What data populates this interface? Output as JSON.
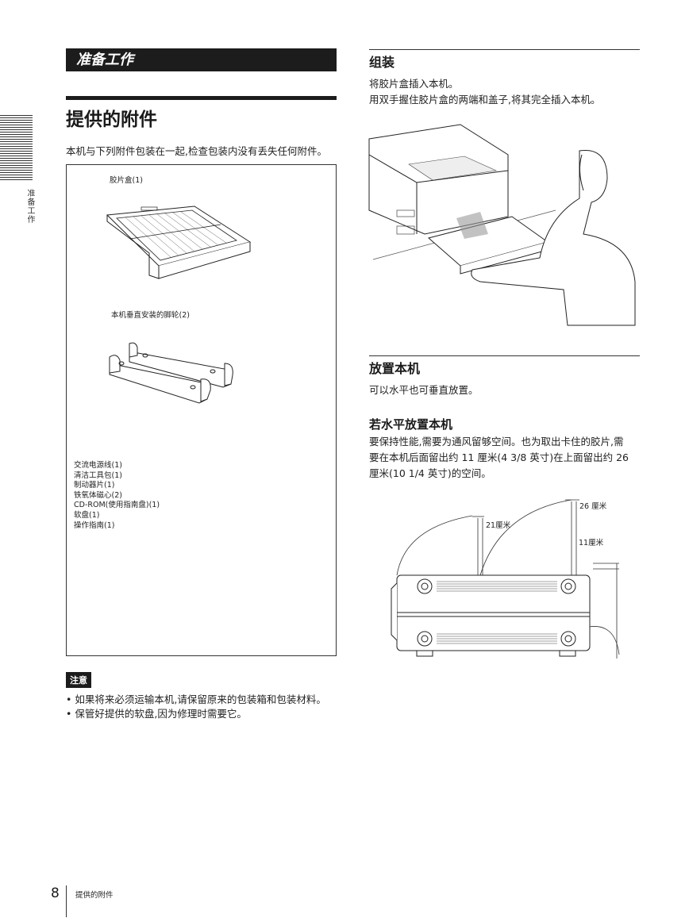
{
  "side_tab": {
    "label": "准备工作"
  },
  "section_banner": "准备工作",
  "title": "提供的附件",
  "intro": "本机与下列附件包装在一起,检查包装内没有丢失任何附件。",
  "accessories_box": {
    "film_cassette_label": "胶片盒(1)",
    "stand_feet_label": "本机垂直安装的脚轮(2)",
    "items": [
      "交流电源线(1)",
      "清洁工具包(1)",
      "制动器片(1)",
      "铁氧体磁心(2)",
      "CD-ROM(使用指南盘)(1)",
      "软盘(1)",
      "操作指南(1)"
    ]
  },
  "note": {
    "tag": "注意",
    "items": [
      "• 如果将来必须运输本机,请保留原来的包装箱和包装材料。",
      "• 保管好提供的软盘,因为修理时需要它。"
    ]
  },
  "assembly": {
    "heading": "组装",
    "lines": [
      "将胶片盒插入本机。",
      "用双手握住胶片盒的两端和盖子,将其完全插入本机。"
    ]
  },
  "placement": {
    "heading": "放置本机",
    "text": "可以水平也可垂直放置。"
  },
  "horizontal": {
    "heading": "若水平放置本机",
    "lines": [
      "要保持性能,需要为通风留够空间。也为取出卡住的胶片,需",
      "要在本机后面留出约 11 厘米(4  3/8 英寸)在上面留出约 26",
      "厘米(10 1/4 英寸)的空间。"
    ],
    "dims": {
      "top": "26 厘米",
      "middle": "21厘米",
      "rear": "11厘米"
    }
  },
  "footer": {
    "page_number": "8",
    "text": "提供的附件"
  }
}
